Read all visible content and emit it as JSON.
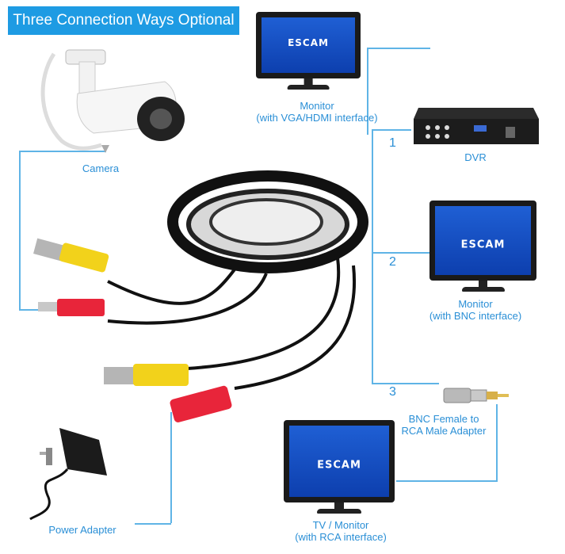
{
  "title": "Three Connection Ways Optional",
  "devices": {
    "camera": "Camera",
    "monitor_vga_line1": "Monitor",
    "monitor_vga_line2": "(with VGA/HDMI interface)",
    "dvr": "DVR",
    "monitor_bnc_line1": "Monitor",
    "monitor_bnc_line2": "(with BNC interface)",
    "adapter_line1": "BNC Female to",
    "adapter_line2": "RCA Male Adapter",
    "tv_line1": "TV / Monitor",
    "tv_line2": "(with RCA interface)",
    "power": "Power Adapter"
  },
  "options": [
    "1",
    "2",
    "3"
  ],
  "brand": "ESCAM",
  "colors": {
    "accent": "#1e9be3",
    "line": "#5fb4e6",
    "video_plug": "#f2d21b",
    "power_plug": "#e8253a"
  }
}
